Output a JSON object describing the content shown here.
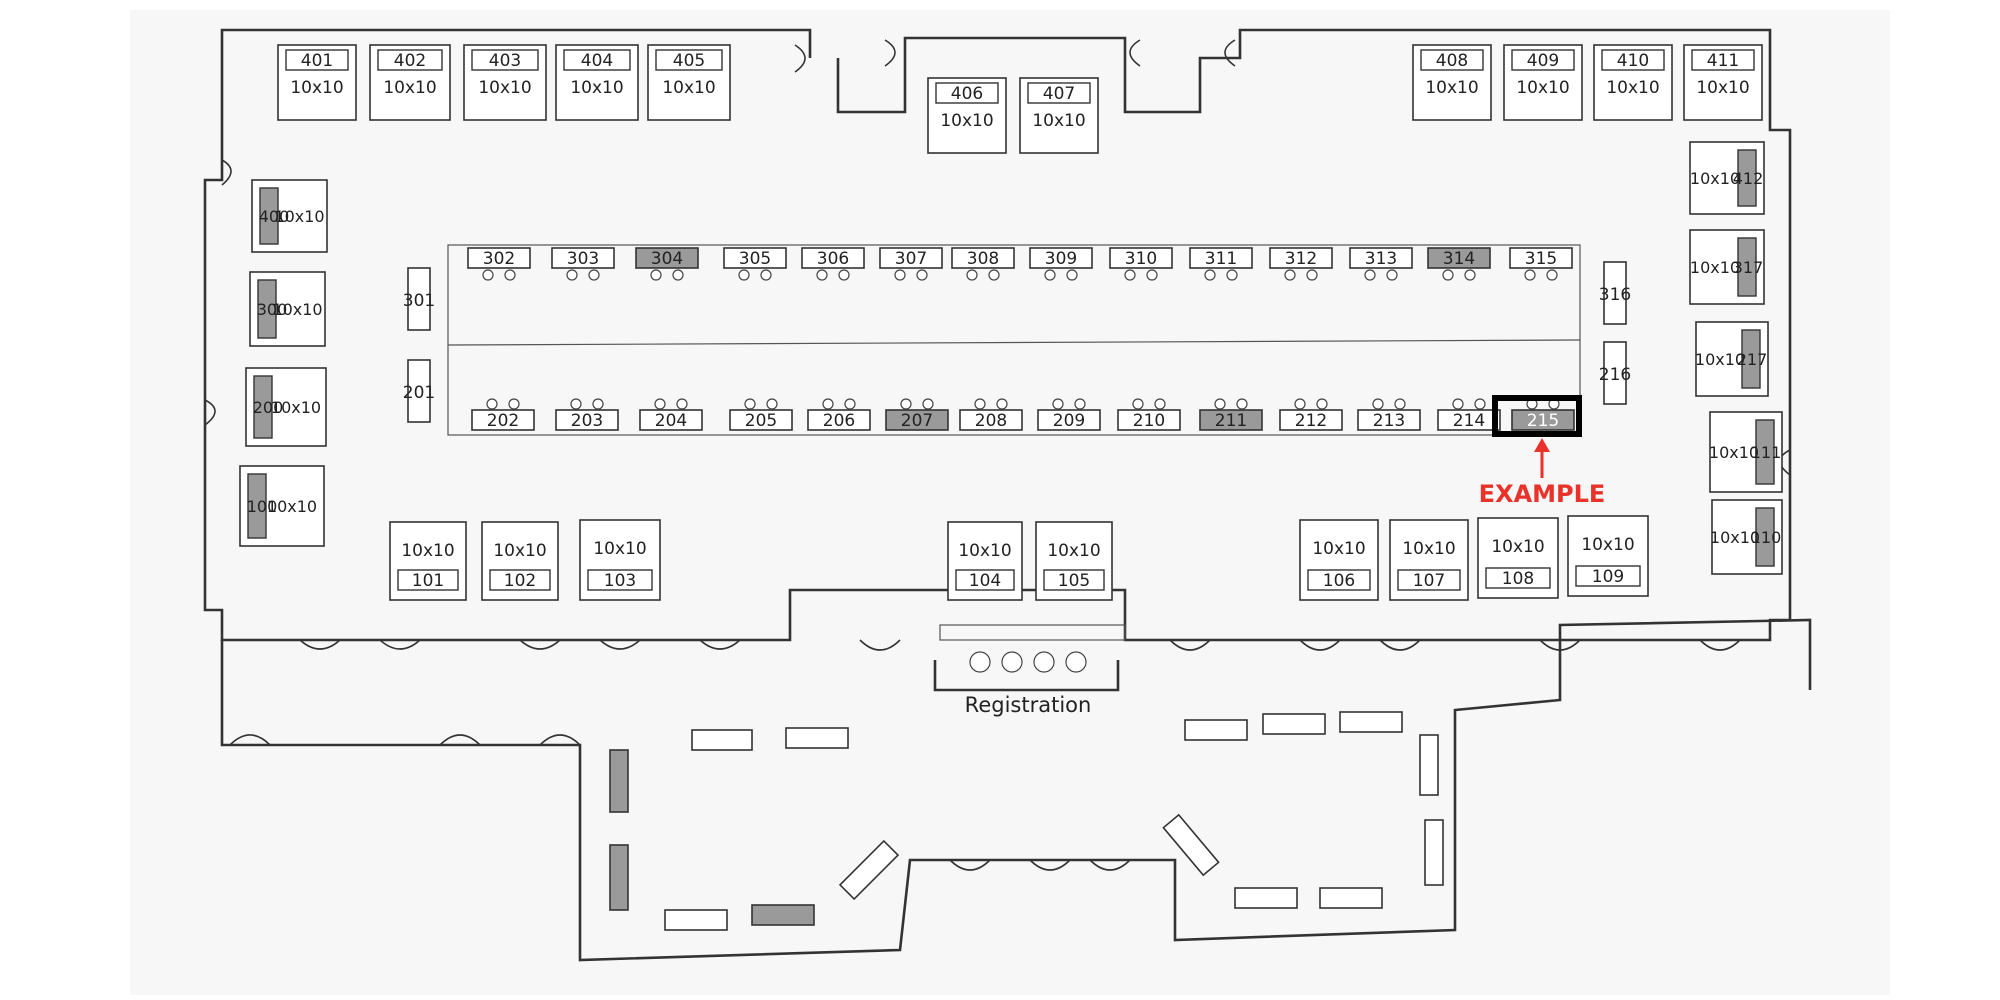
{
  "floorplan": {
    "size_label": "10x10",
    "registration_label": "Registration",
    "example_label": "EXAMPLE",
    "highlight_booth": "215",
    "colors": {
      "example_red": "#e8322a",
      "wall": "#333333",
      "shade": "#9a9a9a",
      "highlight": "#000000"
    },
    "booths_top": [
      "401",
      "402",
      "403",
      "404",
      "405",
      "406",
      "407",
      "408",
      "409",
      "410",
      "411"
    ],
    "booths_left": [
      "400",
      "300",
      "200",
      "100"
    ],
    "booths_right": [
      "412",
      "317",
      "217",
      "111",
      "110"
    ],
    "booths_bottom": [
      "101",
      "102",
      "103",
      "104",
      "105",
      "106",
      "107",
      "108",
      "109"
    ],
    "tables_300_row": [
      "302",
      "303",
      "304",
      "305",
      "306",
      "307",
      "308",
      "309",
      "310",
      "311",
      "312",
      "313",
      "314",
      "315"
    ],
    "tables_200_row": [
      "202",
      "203",
      "204",
      "205",
      "206",
      "207",
      "208",
      "209",
      "210",
      "211",
      "212",
      "213",
      "214",
      "215"
    ],
    "tables_side": [
      "301",
      "201",
      "316",
      "216"
    ],
    "shaded_booths": [
      "314",
      "304",
      "207",
      "211",
      "215"
    ]
  }
}
